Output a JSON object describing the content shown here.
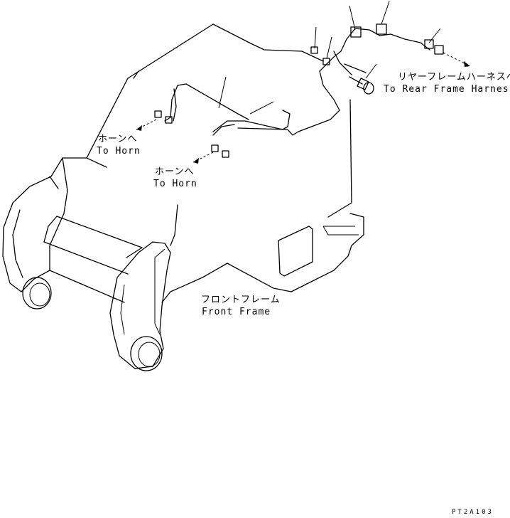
{
  "labels": {
    "horn_left_jp": "ホーンへ",
    "horn_left_en": "To Horn",
    "horn_right_jp": "ホーンへ",
    "horn_right_en": "To Horn",
    "rear_jp": "リヤーフレームハーネスへ",
    "rear_en": "To Rear Frame Harness",
    "frame_jp": "フロントフレーム",
    "frame_en": "Front Frame"
  },
  "drawing_code": "PT2A103"
}
